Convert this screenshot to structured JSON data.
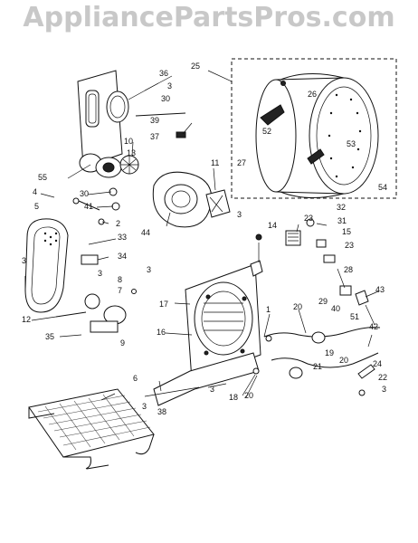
{
  "watermark": "AppliancePartsPros.com",
  "callouts": {
    "c36": "36",
    "c3a": "3",
    "c30a": "30",
    "c39": "39",
    "c10": "10",
    "c37": "37",
    "c13": "13",
    "c55": "55",
    "c4": "4",
    "c30b": "30",
    "c41": "41",
    "c2": "2",
    "c5": "5",
    "c11": "11",
    "c44": "44",
    "c33": "33",
    "c3b": "3",
    "c34": "34",
    "c3c": "3",
    "c3d": "3",
    "c8": "8",
    "c7": "7",
    "c12": "12",
    "c9": "9",
    "c35": "35",
    "c6": "6",
    "c3e": "3",
    "c38": "38",
    "c3f": "3",
    "c25": "25",
    "c26": "26",
    "c52": "52",
    "c27": "27",
    "c53": "53",
    "c54": "54",
    "c3g": "3",
    "c14": "14",
    "c32": "32",
    "c23a": "23",
    "c31": "31",
    "c15": "15",
    "c23b": "23",
    "c17": "17",
    "c16": "16",
    "c1": "1",
    "c20a": "20",
    "c28": "28",
    "c29": "29",
    "c40": "40",
    "c43": "43",
    "c42": "42",
    "c51": "51",
    "c19": "19",
    "c21": "21",
    "c20b": "20",
    "c18": "18",
    "c20c": "20",
    "c24": "24",
    "c22": "22",
    "c3h": "3"
  }
}
